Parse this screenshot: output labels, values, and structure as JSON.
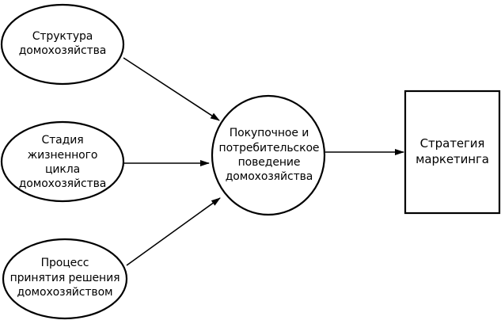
{
  "nodes": {
    "household_structure": "Структура\nдомохозяйства",
    "life_cycle_stage": "Стадия\nжизненного цикла\nдомохозяйства",
    "decision_process": "Процесс\nпринятия решения\nдомохозяйством",
    "consumer_behavior": "Покупочное и\nпотребительское\nповедение\nдомохозяйства",
    "marketing_strategy": "Стратегия\nмаркетинга"
  },
  "edges": [
    {
      "from": "household_structure",
      "to": "consumer_behavior"
    },
    {
      "from": "life_cycle_stage",
      "to": "consumer_behavior"
    },
    {
      "from": "decision_process",
      "to": "consumer_behavior"
    },
    {
      "from": "consumer_behavior",
      "to": "marketing_strategy"
    }
  ],
  "colors": {
    "line": "#000000",
    "background": "#ffffff"
  }
}
